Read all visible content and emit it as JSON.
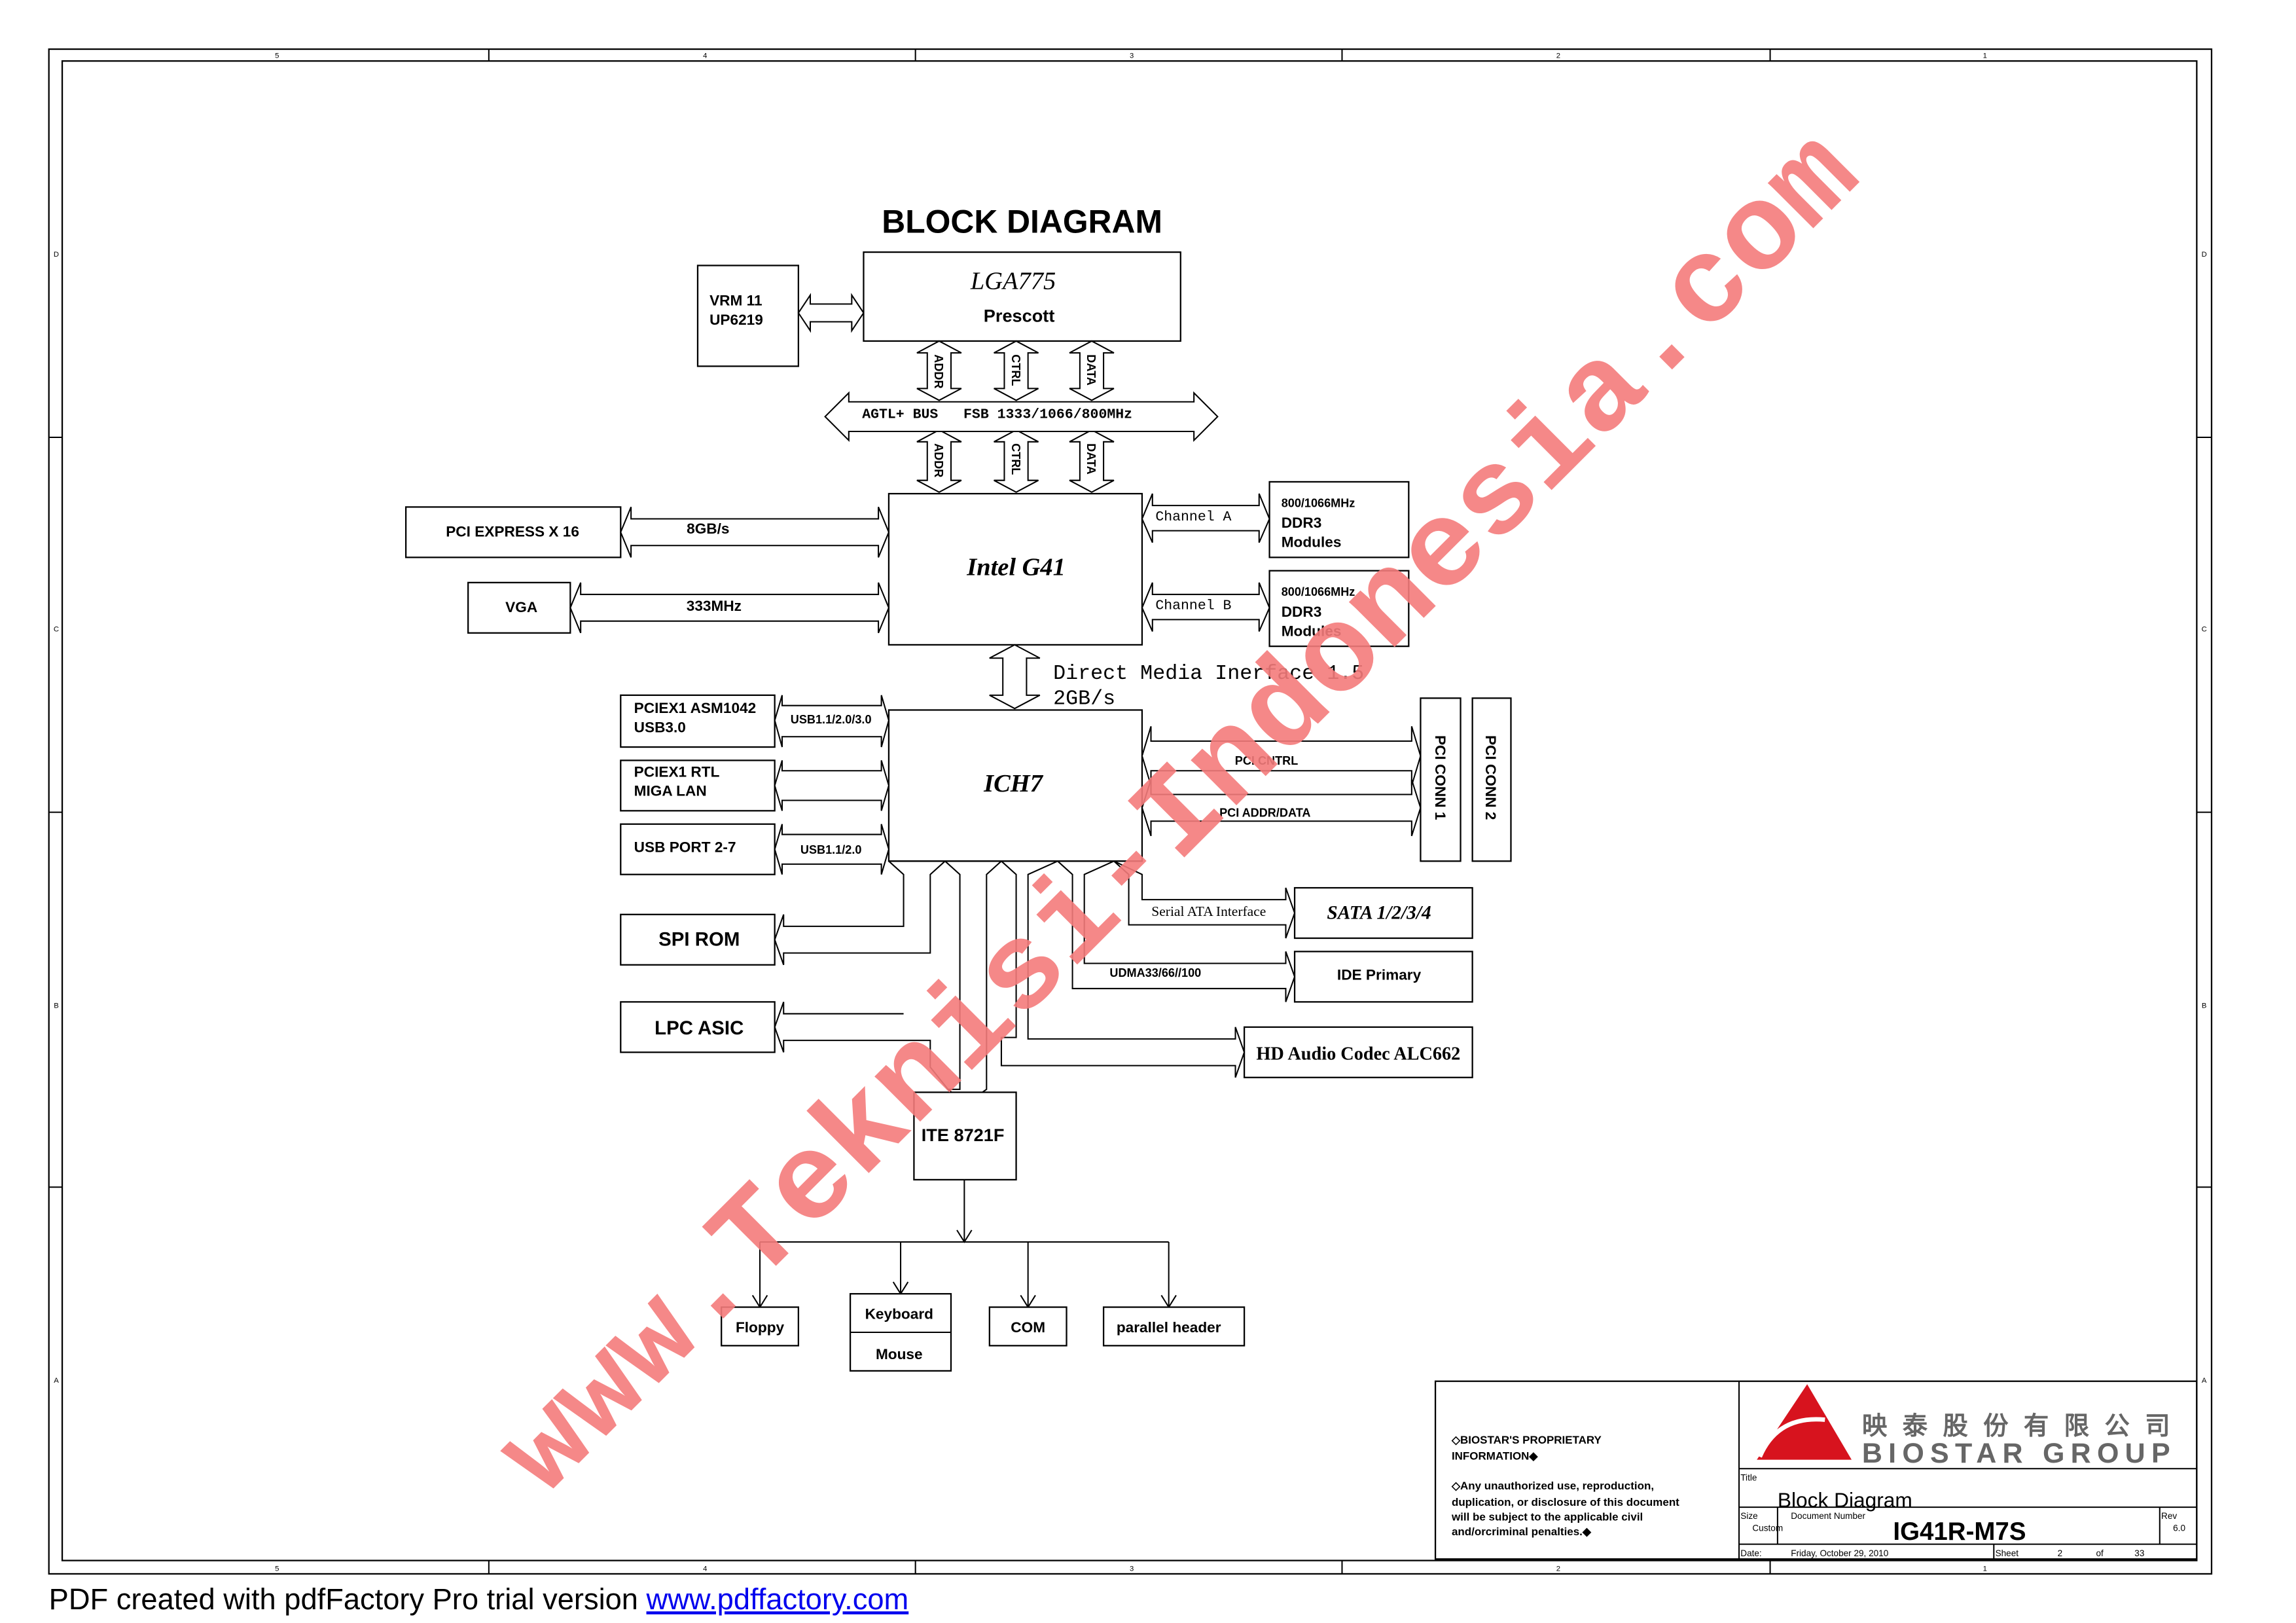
{
  "title": "BLOCK DIAGRAM",
  "frame": {
    "columns": [
      "5",
      "4",
      "3",
      "2",
      "1"
    ],
    "rows": [
      "D",
      "C",
      "B",
      "A"
    ]
  },
  "vrm": {
    "line1": "VRM 11",
    "line2": "UP6219"
  },
  "cpu": {
    "socket": "LGA775",
    "name": "Prescott"
  },
  "cpu_signals": [
    "ADDR",
    "CTRL",
    "DATA"
  ],
  "fsb": {
    "label": "AGTL+ BUS   FSB 1333/1066/800MHz"
  },
  "northbridge": {
    "name": "Intel G41"
  },
  "pcie16": {
    "label": "PCI EXPRESS X 16",
    "speed": "8GB/s"
  },
  "vga": {
    "label": "VGA",
    "speed": "333MHz"
  },
  "memory": [
    {
      "channel": "Channel A",
      "speed": "800/1066MHz",
      "type": "DDR3",
      "modules": "Modules"
    },
    {
      "channel": "Channel B",
      "speed": "800/1066MHz",
      "type": "DDR3",
      "modules": "Modules"
    }
  ],
  "dmi": {
    "line1": "Direct Media Inerface 1.5",
    "line2": "2GB/s"
  },
  "southbridge": {
    "name": "ICH7"
  },
  "left_devices": [
    {
      "line1": "PCIEX1 ASM1042",
      "line2": "USB3.0",
      "bus": "USB1.1/2.0/3.0"
    },
    {
      "line1": "PCIEX1 RTL",
      "line2": "MIGA LAN",
      "bus": ""
    },
    {
      "line1": "USB PORT 2-7",
      "line2": "",
      "bus": "USB1.1/2.0"
    }
  ],
  "pci": {
    "cntrl": "PCI CNTRL",
    "addr": "PCI ADDR/DATA",
    "conn1": "PCI CONN 1",
    "conn2": "PCI CONN 2"
  },
  "spi": "SPI ROM",
  "lpc": "LPC ASIC",
  "sata": {
    "bus": "Serial ATA Interface",
    "label": "SATA 1/2/3/4"
  },
  "ide": {
    "bus": "UDMA33/66//100",
    "label": "IDE Primary"
  },
  "audio": "HD Audio Codec ALC662",
  "superio": "ITE 8721F",
  "io_devices": {
    "floppy": "Floppy",
    "keyboard": "Keyboard",
    "mouse": "Mouse",
    "com": "COM",
    "parallel": "parallel header"
  },
  "titleblock": {
    "notice1": "◇BIOSTAR'S PROPRIETARY",
    "notice2": "INFORMATION◆",
    "notice3": "◇Any unauthorized use, reproduction,",
    "notice4": "duplication, or disclosure of this document",
    "notice5": "will be subject to the applicable civil",
    "notice6": "and/orcriminal penalties.◆",
    "logo_cn": "映泰股份有限公司",
    "logo_en": "BIOSTAR GROUP",
    "title_label": "Title",
    "title": "Block Diagram",
    "size_label": "Size",
    "size": "Custom",
    "docnum_label": "Document Number",
    "docnum": "IG41R-M7S",
    "rev_label": "Rev",
    "rev": "6.0",
    "date_label": "Date:",
    "date": "Friday, October 29, 2010",
    "sheet_label": "Sheet",
    "sheet": "2",
    "of_label": "of",
    "sheets": "33"
  },
  "watermark": "www.Teknisi-Indonesia.com",
  "footer": {
    "text": "PDF created with pdfFactory Pro trial version ",
    "link": "www.pdffactory.com"
  },
  "colors": {
    "watermark": "#f47c7c",
    "logo_red": "#d7131e",
    "logo_gray": "#666666",
    "link": "#0000ee"
  }
}
